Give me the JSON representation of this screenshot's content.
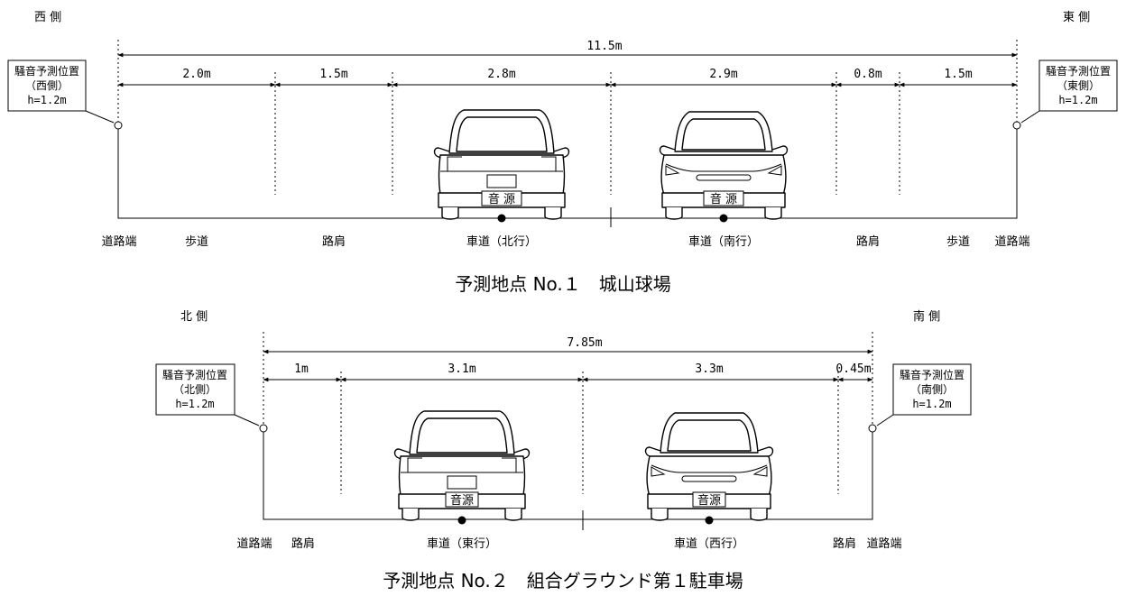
{
  "diagram1": {
    "west_side": "西 側",
    "east_side": "東 側",
    "total_width": "11.5m",
    "widths": [
      "2.0m",
      "1.5m",
      "2.8m",
      "2.9m",
      "0.8m",
      "1.5m"
    ],
    "left_box": [
      "騒音予測位置",
      "（西側）",
      "h=1.2m"
    ],
    "right_box": [
      "騒音予測位置",
      "（東側）",
      "h=1.2m"
    ],
    "car_left_label": "音 源",
    "car_right_label": "音 源",
    "bottom_labels": {
      "road_edge_left": "道路端",
      "sidewalk_left": "歩道",
      "shoulder_left": "路肩",
      "lane_north": "車道（北行）",
      "lane_south": "車道（南行）",
      "shoulder_right": "路肩",
      "sidewalk_right": "歩道",
      "road_edge_right": "道路端"
    },
    "caption": "予測地点 No.１　城山球場"
  },
  "diagram2": {
    "north_side": "北 側",
    "south_side": "南 側",
    "total_width": "7.85m",
    "widths": [
      "1m",
      "3.1m",
      "3.3m",
      "0.45m"
    ],
    "left_box": [
      "騒音予測位置",
      "（北側）",
      "h=1.2m"
    ],
    "right_box": [
      "騒音予測位置",
      "（南側）",
      "h=1.2m"
    ],
    "car_left_label": "音源",
    "car_right_label": "音源",
    "bottom_labels": {
      "road_edge_left": "道路端",
      "shoulder_left": "路肩",
      "lane_east": "車道（東行）",
      "lane_west": "車道（西行）",
      "shoulder_right": "路肩",
      "road_edge_right": "道路端"
    },
    "caption": "予測地点 No.２　組合グラウンド第１駐車場"
  }
}
